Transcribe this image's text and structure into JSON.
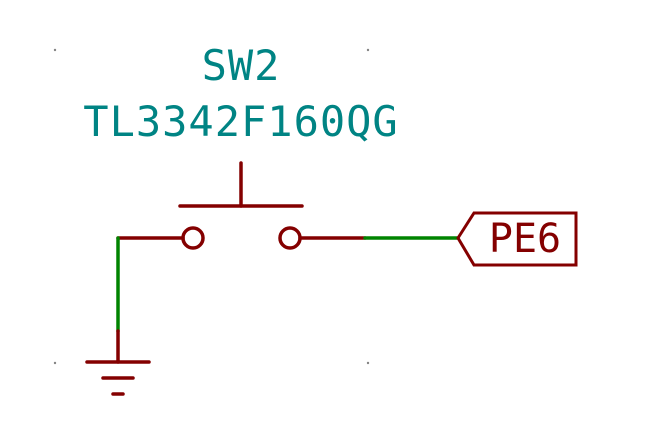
{
  "component": {
    "reference": "SW2",
    "value": "TL3342F160QG"
  },
  "net_label": {
    "name": "PE6"
  },
  "colors": {
    "symbol_stroke": "#840000",
    "wire": "#008400",
    "field_text": "#008484",
    "grid_dot": "#848484",
    "background": "#ffffff"
  },
  "icons": {
    "switch": "push-button-switch-icon",
    "ground": "ground-symbol-icon",
    "label": "hierarchical-label-icon"
  }
}
